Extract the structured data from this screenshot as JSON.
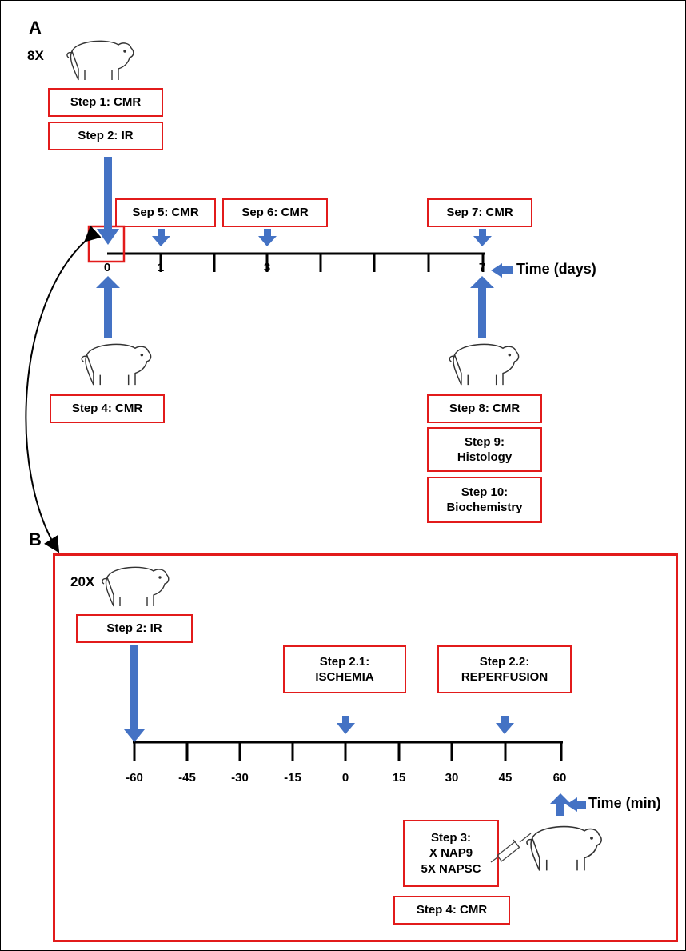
{
  "panel_a": {
    "letter": "A",
    "count": "8X",
    "step1": "Step 1: CMR",
    "step2": "Step 2:  IR",
    "sep5": "Sep 5: CMR",
    "sep6": "Sep 6: CMR",
    "sep7": "Sep 7: CMR",
    "step4": "Step 4: CMR",
    "step8": "Step 8: CMR",
    "step9": "Step 9:\nHistology",
    "step10": "Step 10:\nBiochemistry",
    "axis_title": "Time (days)",
    "tick_labels": [
      "0",
      "1",
      "3",
      "7"
    ]
  },
  "panel_b": {
    "letter": "B",
    "count": "20X",
    "step2": "Step 2: IR",
    "step21": "Step 2.1:\nISCHEMIA",
    "step22": "Step 2.2:\nREPERFUSION",
    "step3": "Step 3:\nX NAP9\n5X NAPSC",
    "step4": "Step 4: CMR",
    "axis_title": "Time (min)",
    "tick_labels": [
      "-60",
      "-45",
      "-30",
      "-15",
      "0",
      "15",
      "30",
      "45",
      "60"
    ]
  },
  "colors": {
    "box_border": "#e21b1b",
    "arrow": "#4472c4",
    "axis": "#000000"
  },
  "icons": [
    "pig-icon",
    "syringe-icon"
  ]
}
